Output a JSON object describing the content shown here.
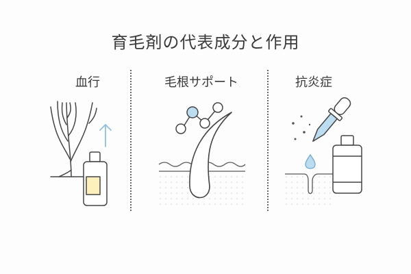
{
  "title": "育毛剤の代表成分と作用",
  "sections": [
    {
      "label": "血行",
      "icon": "tree-roots-with-bottle-icon"
    },
    {
      "label": "毛根サポート",
      "icon": "hair-follicle-molecule-icon"
    },
    {
      "label": "抗炎症",
      "icon": "dropper-bottle-icon"
    }
  ],
  "colors": {
    "line": "#444444",
    "accent_blue": "#bcdcf0",
    "blue_stroke": "#8fbfdf",
    "bottle_label": "#fdf0bb",
    "skin_fill": "#eeeeee"
  }
}
